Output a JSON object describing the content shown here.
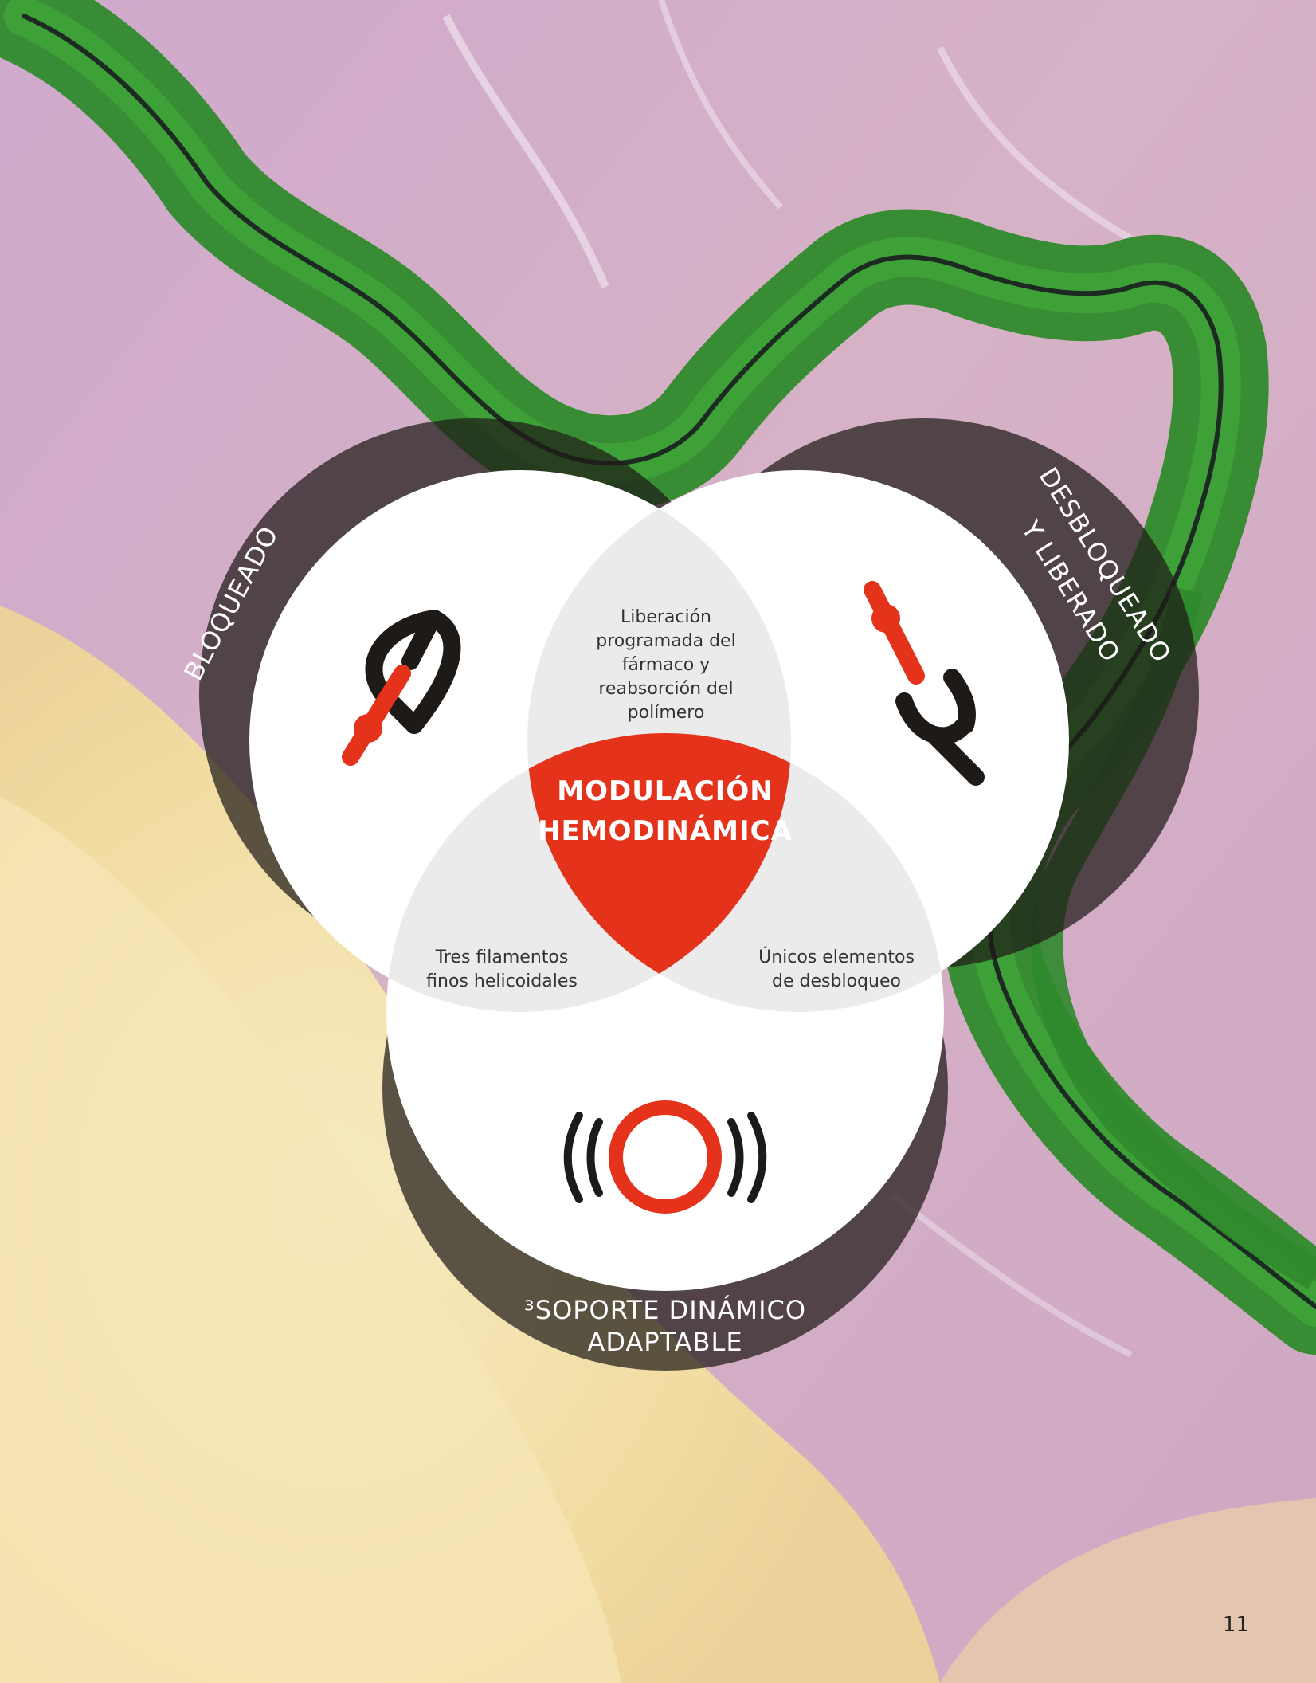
{
  "diagram": {
    "title_line1": "MODULACIÓN",
    "title_line2": "HEMODINÁMICA",
    "circles": {
      "left_label": "BLOQUEADO",
      "right_label_line1": "DESBLOQUEADO",
      "right_label_line2": "Y LIBERADO",
      "bottom_label_line1": "³SOPORTE DINÁMICO",
      "bottom_label_line2": "ADAPTABLE"
    },
    "overlaps": {
      "top": [
        "Liberación",
        "programada del",
        "fármaco y",
        "reabsorción del",
        "polímero"
      ],
      "left": [
        "Tres filamentos",
        "finos helicoidales"
      ],
      "right": [
        "Únicos elementos",
        "de desbloqueo"
      ]
    },
    "icons": {
      "left": "locked-connector-icon",
      "right": "unlocked-connector-icon",
      "bottom": "pulsating-ring-icon"
    },
    "colors": {
      "accent_red": "#e4321b",
      "dark_ring": "#1e1a17",
      "overlap_gray": "#ebebeb",
      "vegetation_green": "#2f8a2c",
      "desert_pink": "#c8a4c8",
      "sand": "#f2dfa5"
    }
  },
  "page": {
    "number": "11"
  }
}
